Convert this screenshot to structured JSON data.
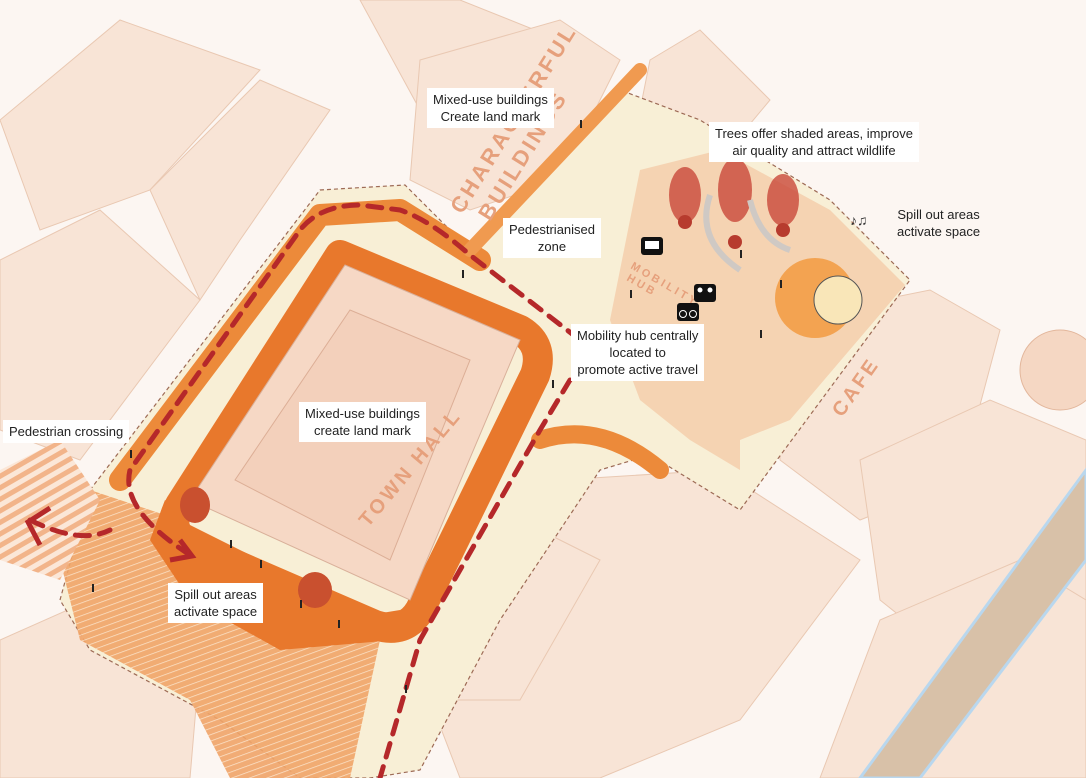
{
  "colors": {
    "background": "#fcf6f2",
    "building": "#f6dccb",
    "plaza": "#f8efd6",
    "route_orange": "#ec8a3a",
    "dashed_route": "#b5282a",
    "tree": "#c9483a"
  },
  "map_labels": {
    "characterful_buildings": [
      "CHARACTERFUL",
      "BUILDINGS"
    ],
    "town_hall": "TOWN HALL",
    "mobility_hub": [
      "MOBILITY",
      "HUB"
    ],
    "cafe": "CAFE"
  },
  "annotations": {
    "mixed_use_top": [
      "Mixed-use buildings",
      "Create land mark"
    ],
    "trees": [
      "Trees offer shaded areas, improve",
      "air quality and attract wildlife"
    ],
    "spill_out_top": [
      "Spill out areas",
      "activate space"
    ],
    "pedestrianised": [
      "Pedestrianised",
      "zone"
    ],
    "mobility_hub": [
      "Mobility hub centrally",
      "located to",
      "promote active travel"
    ],
    "mixed_use_center": [
      "Mixed-use buildings",
      "create land mark"
    ],
    "pedestrian_crossing": "Pedestrian crossing",
    "spill_out_bottom": [
      "Spill out areas",
      "activate space"
    ]
  },
  "icons": [
    "bus-stop-icon",
    "toilets-icon",
    "bicycle-icon",
    "tree-icon",
    "music-notes-icon",
    "pedestrian-icon"
  ]
}
